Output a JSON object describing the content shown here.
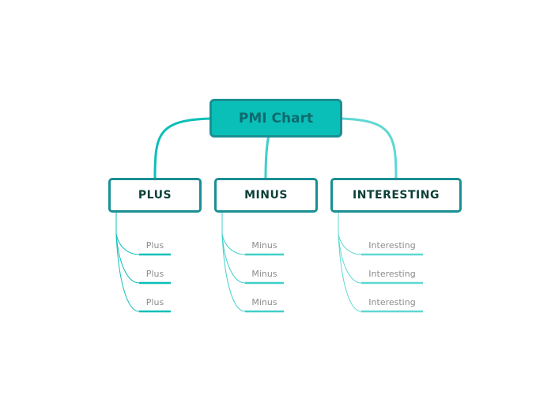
{
  "root": {
    "label": "PMI Chart",
    "fill_color": "#0abfb8",
    "border_color": "#1a8f94",
    "text_color": "#0e6a6e"
  },
  "branches": [
    {
      "label": "PLUS",
      "connector_color": "#0abfb8",
      "leaves": [
        "Plus",
        "Plus",
        "Plus"
      ]
    },
    {
      "label": "MINUS",
      "connector_color": "#3fcfc9",
      "leaves": [
        "Minus",
        "Minus",
        "Minus"
      ]
    },
    {
      "label": "INTERESTING",
      "connector_color": "#5ed8d2",
      "leaves": [
        "Interesting",
        "Interesting",
        "Interesting"
      ]
    }
  ],
  "leaf_text_color": "#8c8c8c"
}
